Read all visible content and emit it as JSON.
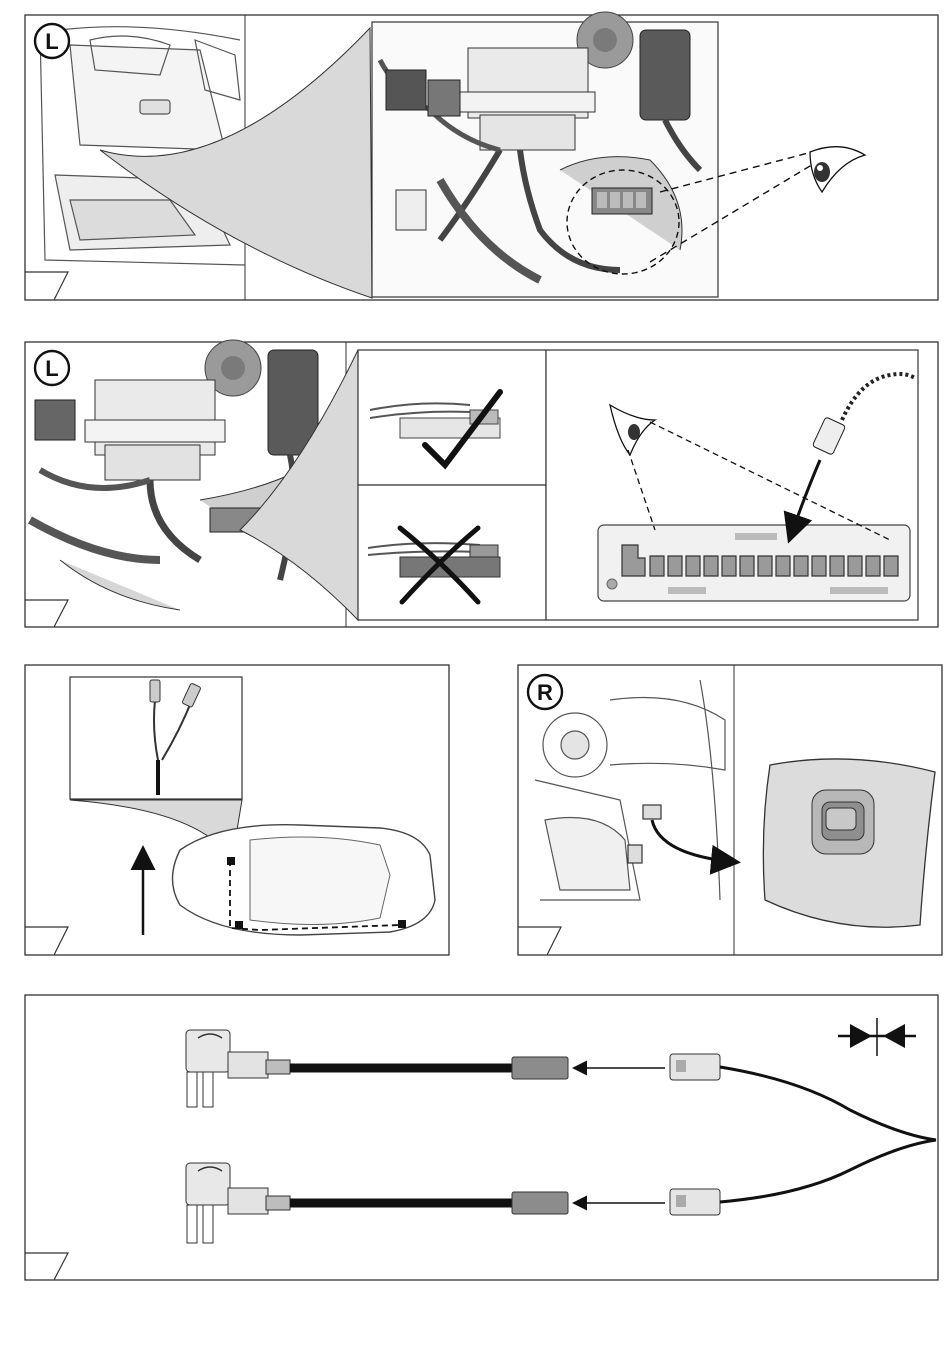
{
  "panels": [
    {
      "id": "panel-1",
      "side_badge": "L"
    },
    {
      "id": "panel-2",
      "side_badge": "L"
    },
    {
      "id": "panel-3"
    },
    {
      "id": "panel-4",
      "side_badge": "R"
    },
    {
      "id": "panel-5"
    }
  ],
  "icons": {
    "eye": "eye-icon",
    "check": "checkmark-icon",
    "cross": "cross-icon",
    "arrow": "arrow-icon",
    "fuse": "fuse-tap-icon",
    "crimp": "crimp-icon",
    "connector": "connector-icon"
  },
  "colors": {
    "frame": "#333333",
    "zoom_fill": "#d9d9d9",
    "harness_dark": "#4a4a4a",
    "wire": "#1a1a1a",
    "connector_fill": "#8c8c8c"
  }
}
